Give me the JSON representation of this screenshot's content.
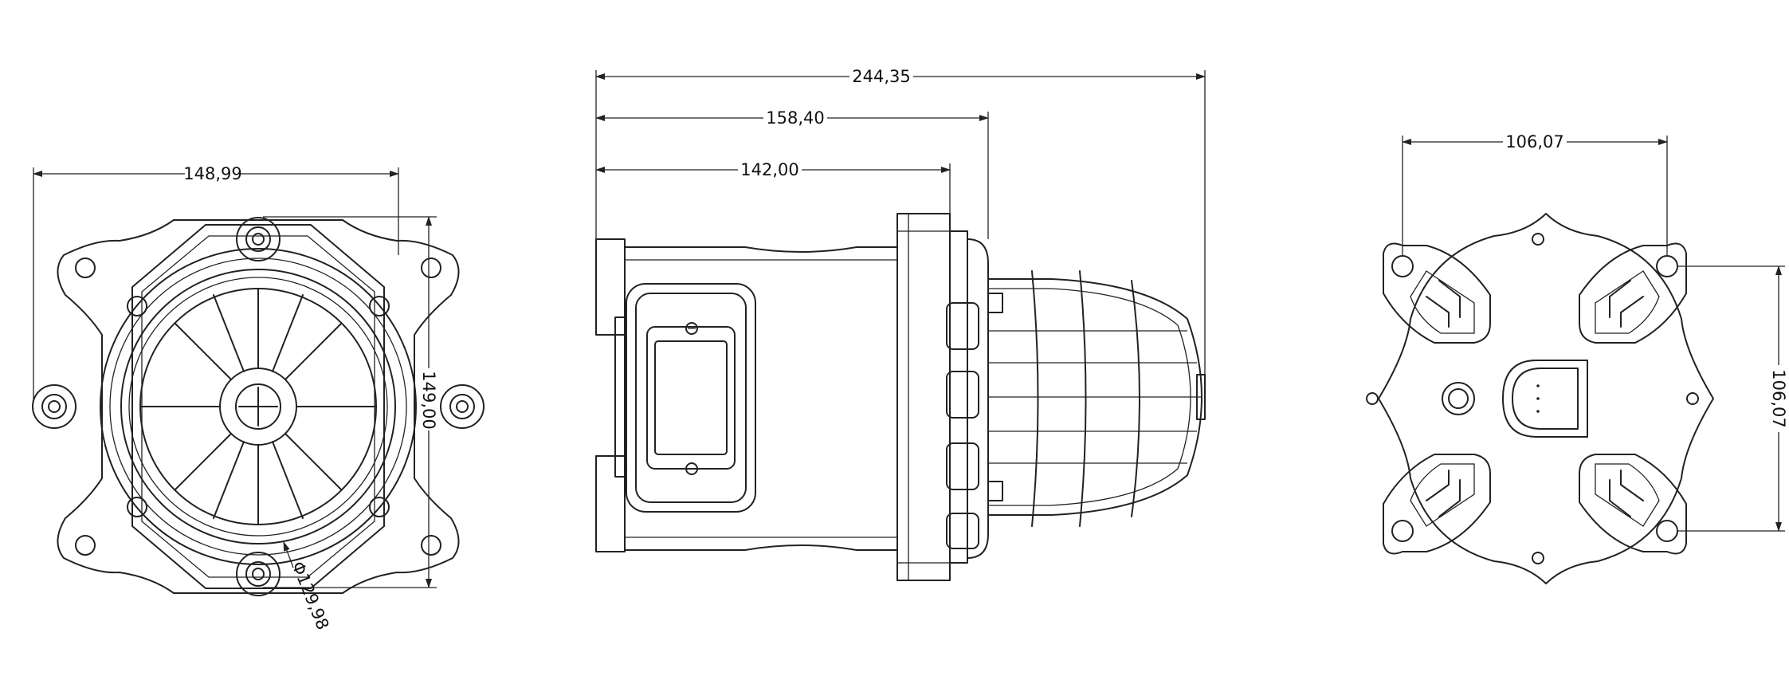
{
  "dimensions": {
    "front_width": "148,99",
    "front_height": "149,00",
    "front_diameter": "Φ129,98",
    "side_total": "244,35",
    "side_mid": "158,40",
    "side_body": "142,00",
    "rear_hole_horizontal": "106,07",
    "rear_hole_vertical": "106,07"
  }
}
